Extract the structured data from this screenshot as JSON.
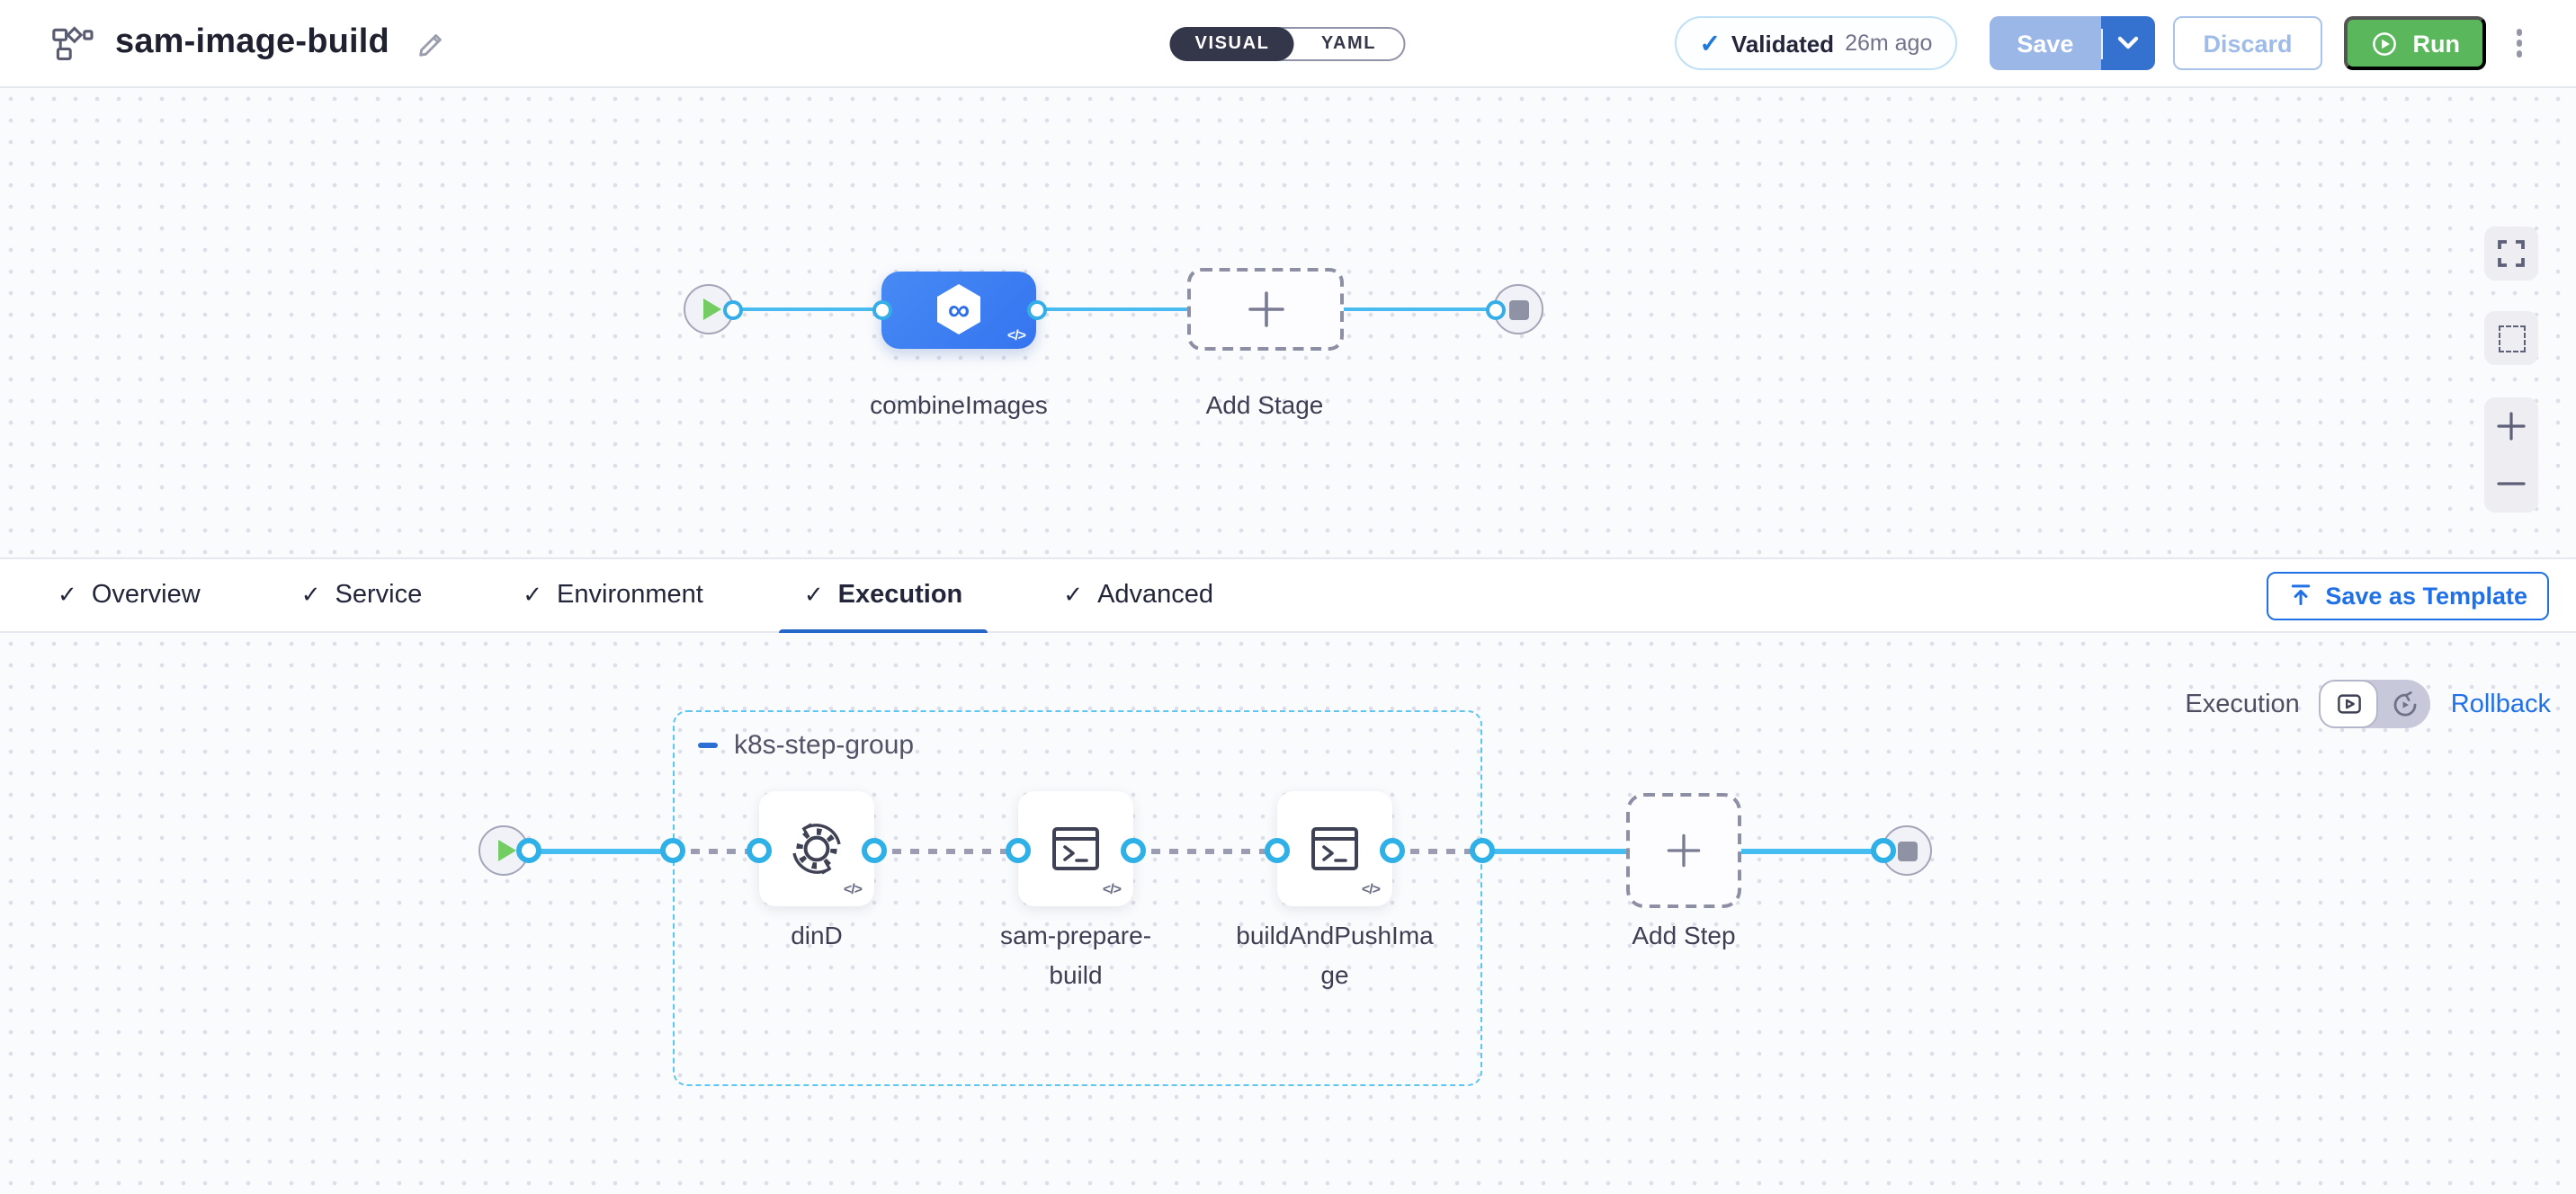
{
  "header": {
    "title": "sam-image-build",
    "mode_toggle": {
      "visual": "VISUAL",
      "yaml": "YAML",
      "selected": "VISUAL"
    },
    "validated": {
      "label": "Validated",
      "time": "26m ago"
    },
    "save": "Save",
    "discard": "Discard",
    "run": "Run"
  },
  "tabs": {
    "active": "Execution",
    "items": [
      {
        "label": "Overview",
        "checked": true
      },
      {
        "label": "Service",
        "checked": true
      },
      {
        "label": "Environment",
        "checked": true
      },
      {
        "label": "Execution",
        "checked": true
      },
      {
        "label": "Advanced",
        "checked": true
      }
    ],
    "save_as_template": "Save as Template"
  },
  "stage_flow": {
    "stage_name": "combineImages",
    "add_stage": "Add Stage"
  },
  "execution_flow": {
    "mode_labels": {
      "execution": "Execution",
      "rollback": "Rollback"
    },
    "group_name": "k8s-step-group",
    "steps": [
      {
        "name": "dinD",
        "icon": "gear-sync-icon"
      },
      {
        "name": "sam-prepare-build",
        "icon": "terminal-icon"
      },
      {
        "name": "buildAndPushImage",
        "icon": "terminal-icon"
      }
    ],
    "add_step": "Add Step"
  },
  "glyphs": {
    "check": "✓",
    "infinity": "∞",
    "code": "</>"
  },
  "colors": {
    "accent_blue": "#2070e8",
    "stage_blue": "#3b7cf3",
    "run_green": "#5bb75b",
    "connector_blue": "#2fb0e7",
    "group_border_blue": "#5cc6f0",
    "validated_blue": "#1f78dc",
    "dark_toggle": "#343649"
  }
}
